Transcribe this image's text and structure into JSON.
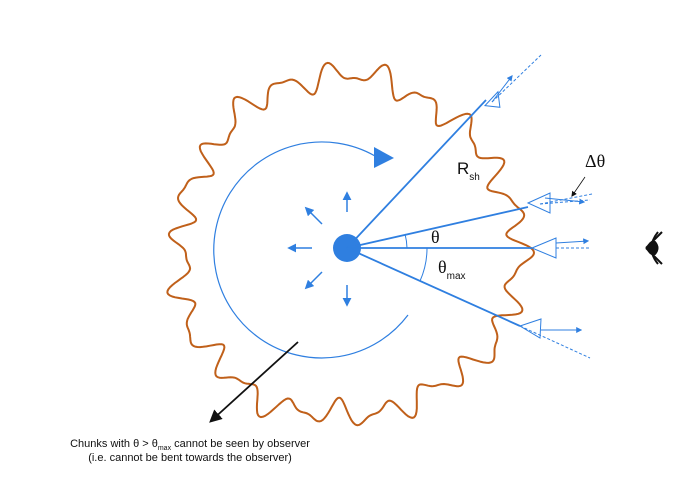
{
  "colors": {
    "background": "#ffffff",
    "accent_blue": "#2f7fe0",
    "shell_orange": "#c0601a",
    "ink": "#111111"
  },
  "labels": {
    "r_sh_main": "R",
    "r_sh_sub": "sh",
    "delta_theta": "Δθ",
    "theta": "θ",
    "theta_max_main": "θ",
    "theta_max_sub": "max"
  },
  "caption": {
    "line1_a": "Chunks with θ > θ",
    "line1_sub": "max",
    "line1_b": " cannot be seen by observer",
    "line2": "(i.e. cannot be bent towards the observer)"
  },
  "icons": {
    "observer": "eye-icon",
    "rotation": "rotation-arrow-icon"
  }
}
